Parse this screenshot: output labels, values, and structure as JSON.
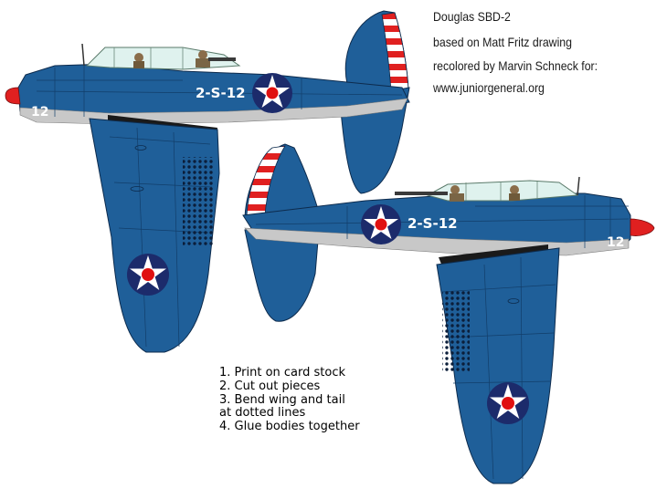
{
  "credits": {
    "title": "Douglas SBD-2",
    "line1": "based on Matt Fritz drawing",
    "line2": "recolored by Marvin Schneck for:",
    "site": "www.juniorgeneral.org"
  },
  "aircraft": {
    "code": "2-S-12",
    "nose_number": "12"
  },
  "instructions": {
    "step1": "1.  Print on card stock",
    "step2": "2.  Cut out pieces",
    "step3": "3.  Bend wing and tail",
    "step3b": "at dotted lines",
    "step4": "4.  Glue bodies together"
  },
  "colors": {
    "navy_blue": "#1f5f99",
    "light_gray": "#c8c8c8",
    "roundel_blue": "#1c2b6b",
    "roundel_red": "#e01010",
    "tail_stripe_red": "#e02020"
  }
}
